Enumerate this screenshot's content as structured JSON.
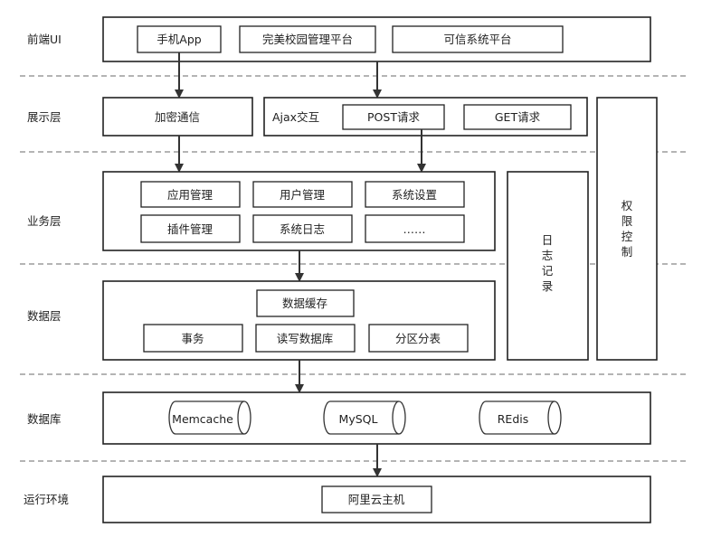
{
  "layers": [
    "前端UI",
    "展示层",
    "业务层",
    "数据层",
    "数据库",
    "运行环境"
  ],
  "frontend": {
    "items": [
      "手机App",
      "完美校园管理平台",
      "可信系统平台"
    ]
  },
  "presentation": {
    "encryption": "加密通信",
    "ajax": "Ajax交互",
    "post": "POST请求",
    "get": "GET请求"
  },
  "business": {
    "items": [
      "应用管理",
      "用户管理",
      "系统设置",
      "插件管理",
      "系统日志",
      "……"
    ]
  },
  "data_layer": {
    "cache": "数据缓存",
    "items": [
      "事务",
      "读写数据库",
      "分区分表"
    ]
  },
  "database": {
    "items": [
      "Memcache",
      "MySQL",
      "REdis"
    ]
  },
  "runtime": {
    "host": "阿里云主机"
  },
  "log": "日志记录",
  "permission": "权限控制"
}
